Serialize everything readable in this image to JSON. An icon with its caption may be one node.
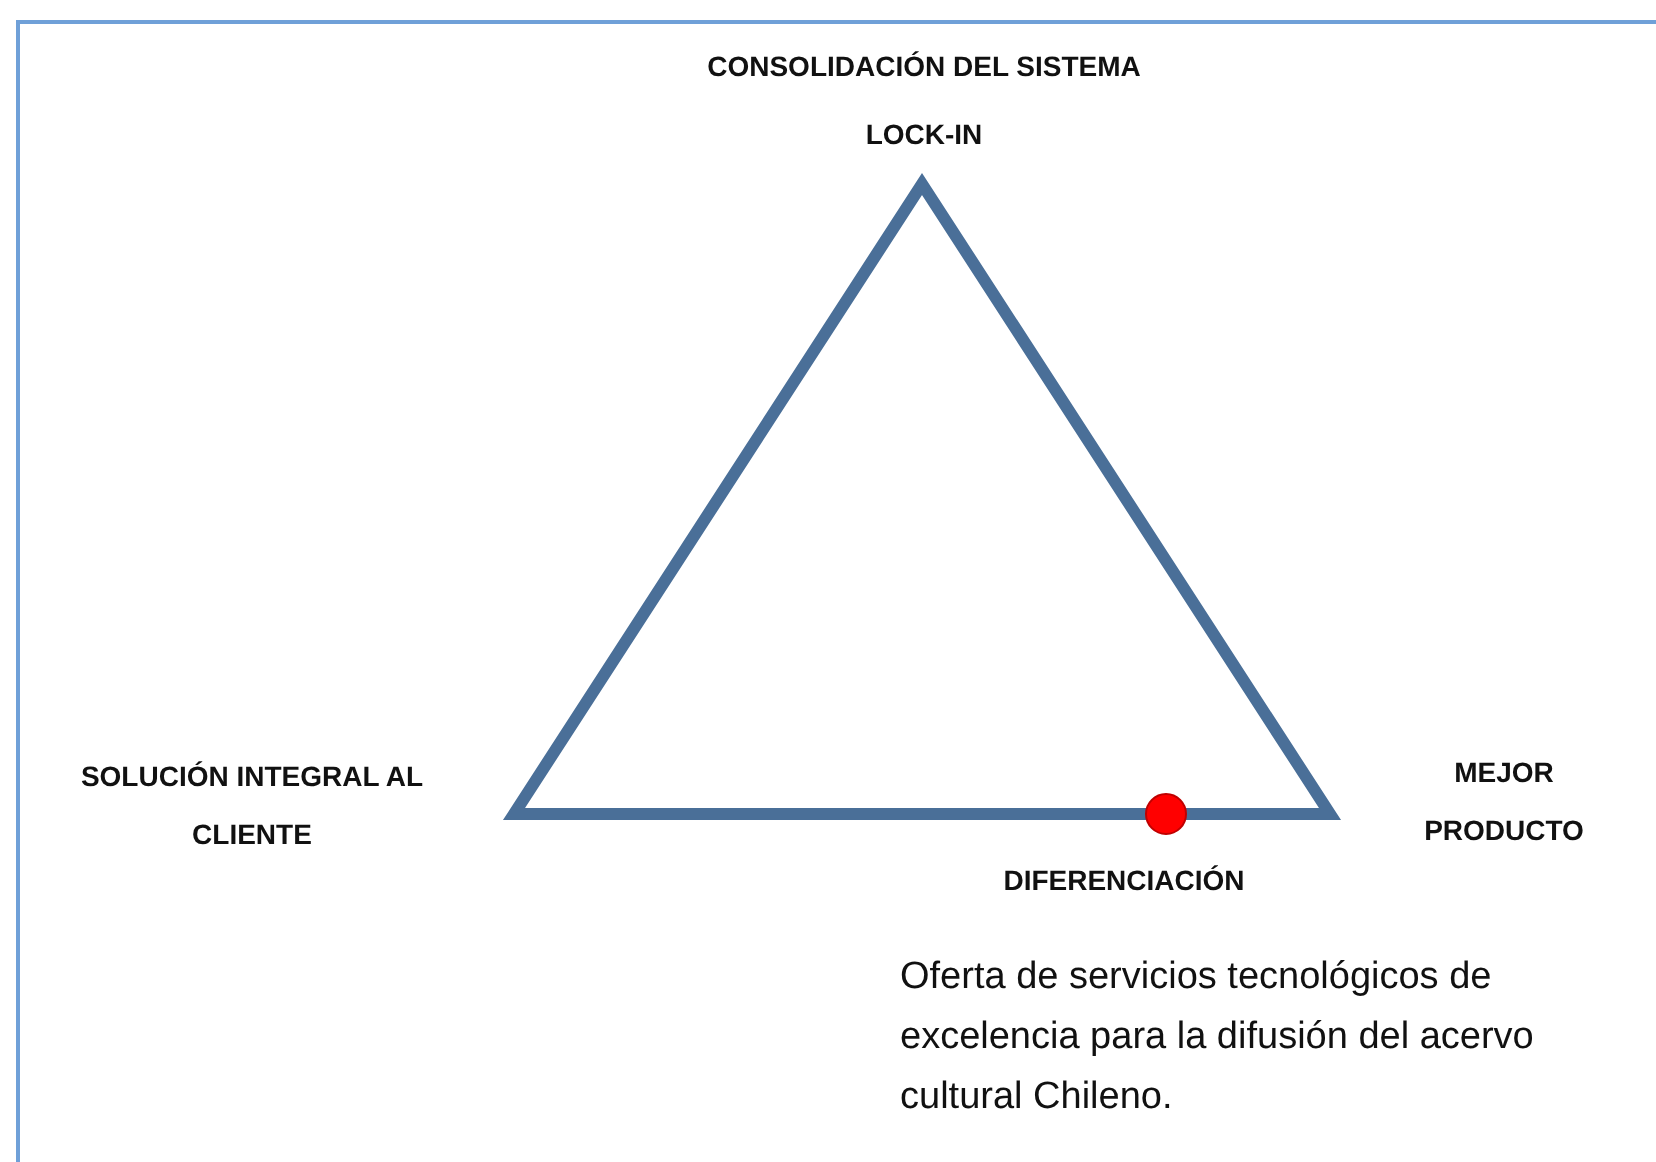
{
  "diagram": {
    "labels": [
      "CONSOLIDACIÓN DEL SISTEMA",
      "LOCK-IN",
      "SOLUCIÓN INTEGRAL AL CLIENTE",
      "MEJOR PRODUCTO",
      "DIFERENCIACIÓN",
      "Oferta de servicios tecnológicos de excelencia para la difusión del acervo cultural Chileno."
    ]
  }
}
